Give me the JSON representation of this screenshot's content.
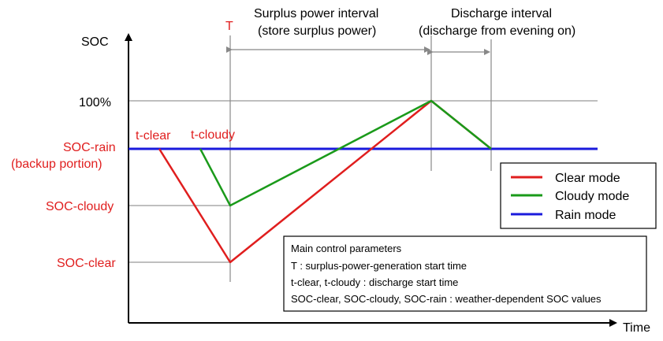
{
  "axes": {
    "y_label": "SOC",
    "x_label": "Time"
  },
  "levels": {
    "full": "100%",
    "soc_rain_line1": "SOC-rain",
    "soc_rain_line2": "(backup portion)",
    "soc_cloudy": "SOC-cloudy",
    "soc_clear": "SOC-clear"
  },
  "markers": {
    "T": "T",
    "t_clear": "t-clear",
    "t_cloudy": "t-cloudy"
  },
  "intervals": {
    "surplus_line1": "Surplus power interval",
    "surplus_line2": "(store surplus power)",
    "discharge_line1": "Discharge interval",
    "discharge_line2": "(discharge from evening on)"
  },
  "legend": [
    {
      "label": "Clear mode",
      "color": "#e01e1e"
    },
    {
      "label": "Cloudy mode",
      "color": "#1a9a1a"
    },
    {
      "label": "Rain mode",
      "color": "#1a1adc"
    }
  ],
  "params_box": {
    "title": "Main control parameters",
    "lines": [
      "T : surplus-power-generation start time",
      "t-clear, t-cloudy : discharge start time",
      "SOC-clear, SOC-cloudy, SOC-rain : weather-dependent SOC values"
    ]
  },
  "colors": {
    "clear": "#e01e1e",
    "cloudy": "#1a9a1a",
    "rain": "#1a1adc",
    "label_red": "#e01e1e",
    "guide": "#888888"
  }
}
